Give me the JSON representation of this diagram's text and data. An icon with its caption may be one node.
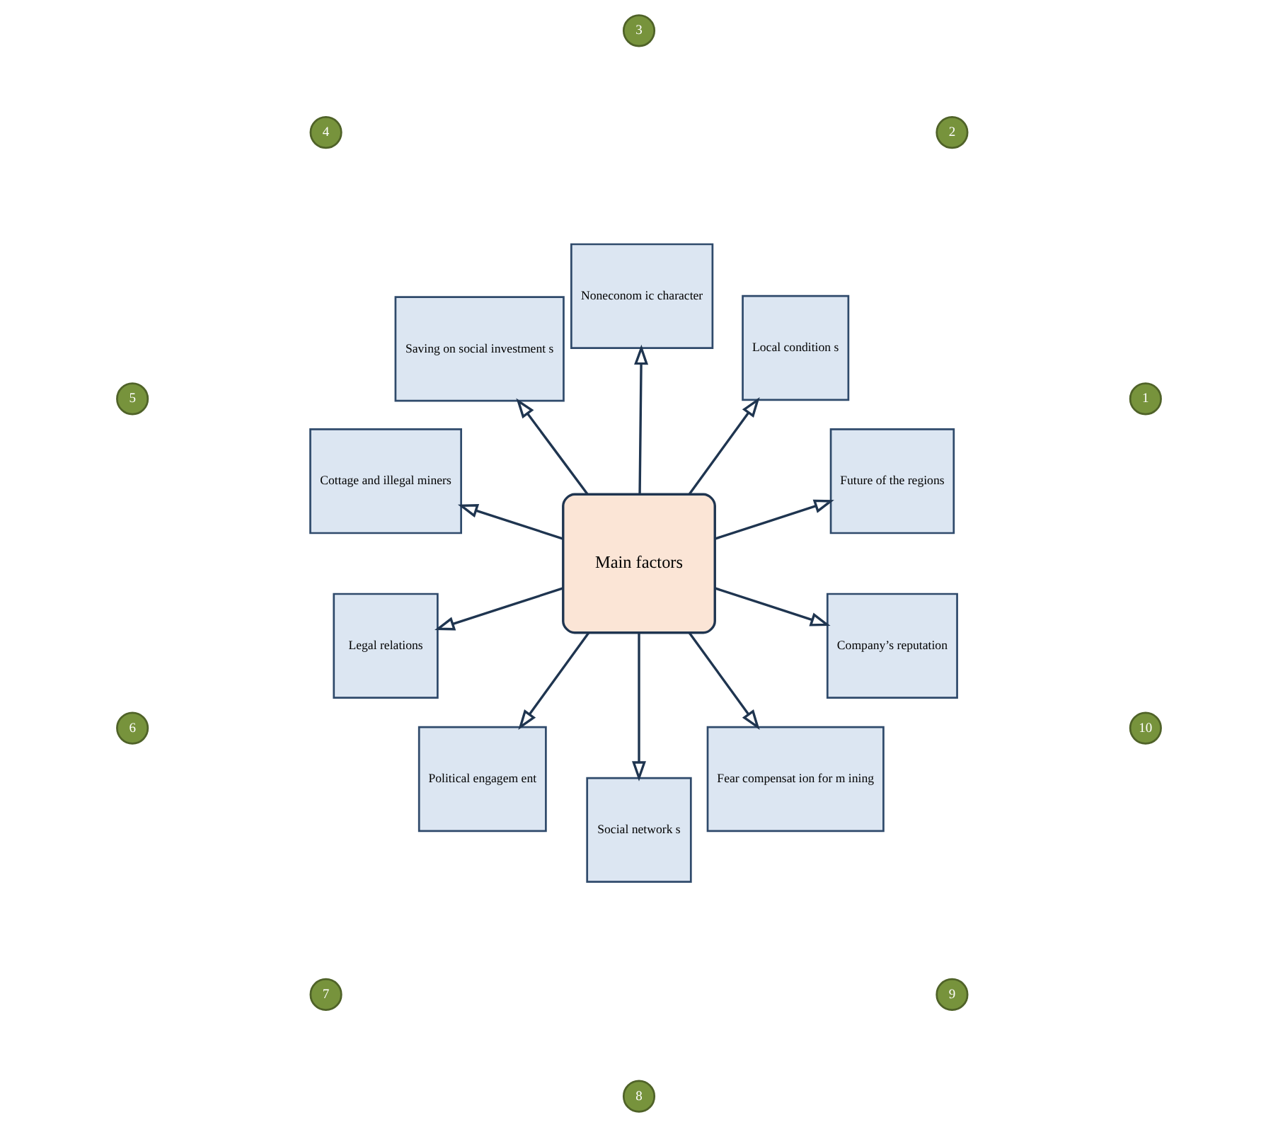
{
  "diagram": {
    "nodes": [
      {
        "text": [
          "Main factors"
        ]
      },
      {
        "text": [
          "Future of the regions"
        ]
      },
      {
        "text": [
          "1"
        ]
      },
      {
        "text": [
          "Local condition s"
        ]
      },
      {
        "text": [
          "2"
        ]
      },
      {
        "text": [
          "Noneconom ic character"
        ]
      },
      {
        "text": [
          "3"
        ]
      },
      {
        "text": [
          "Saving on social investment s"
        ]
      },
      {
        "text": [
          "4"
        ]
      },
      {
        "text": [
          "Cottage and illegal miners"
        ]
      },
      {
        "text": [
          "5"
        ]
      },
      {
        "text": [
          "Legal relations"
        ]
      },
      {
        "text": [
          "6"
        ]
      },
      {
        "text": [
          "Political engagem ent"
        ]
      },
      {
        "text": [
          "7"
        ]
      },
      {
        "text": [
          "Social network s"
        ]
      },
      {
        "text": [
          "8"
        ]
      },
      {
        "text": [
          "Fear compensat ion for m ining"
        ]
      },
      {
        "text": [
          "9"
        ]
      },
      {
        "text": [
          "Company’s reputation"
        ]
      },
      {
        "text": [
          "10"
        ]
      }
    ],
    "edges": [
      {
        "from": 0,
        "to": 1,
        "arrow": "to"
      },
      {
        "from": 0,
        "to": 3,
        "arrow": "to"
      },
      {
        "from": 0,
        "to": 5,
        "arrow": "to"
      },
      {
        "from": 0,
        "to": 7,
        "arrow": "to"
      },
      {
        "from": 0,
        "to": 9,
        "arrow": "to"
      },
      {
        "from": 0,
        "to": 11,
        "arrow": "to"
      },
      {
        "from": 0,
        "to": 13,
        "arrow": "to"
      },
      {
        "from": 0,
        "to": 15,
        "arrow": "to"
      },
      {
        "from": 0,
        "to": 17,
        "arrow": "to"
      },
      {
        "from": 0,
        "to": 19,
        "arrow": "to"
      }
    ]
  }
}
